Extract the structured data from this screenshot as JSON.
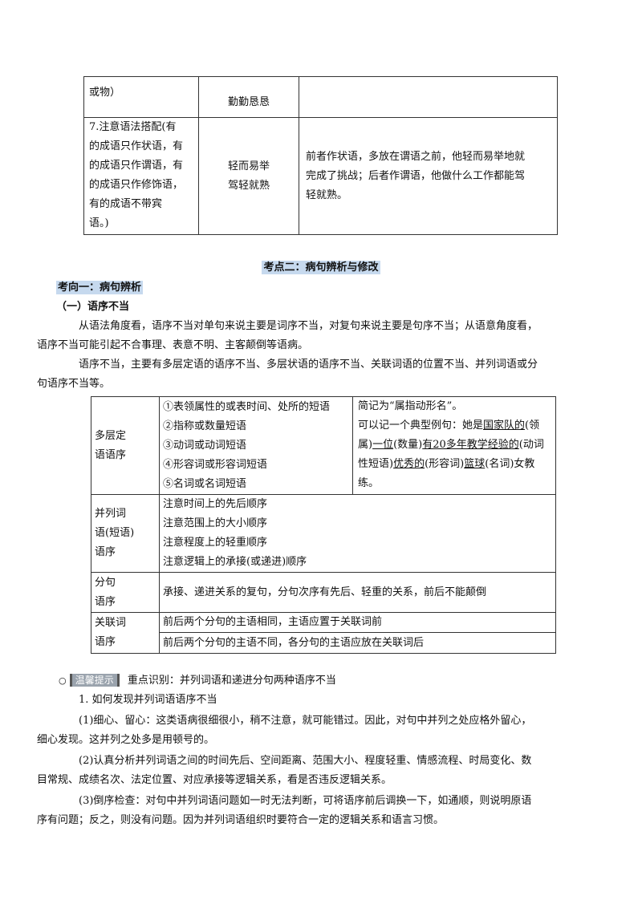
{
  "table1": {
    "row_prev": {
      "col1": "或物）",
      "col2": "勤勤恳恳",
      "col3": ""
    },
    "row7": {
      "col1_lines": [
        "7.注意语法搭配(有",
        "的成语只作状语，有",
        "的成语只作谓语，有",
        "的成语只作修饰语，",
        "有的成语不带宾",
        "语。)"
      ],
      "col2_lines": [
        "轻而易举",
        "驾轻就熟"
      ],
      "col3_lines": [
        "前者作状语，多放在谓语之前，他轻而易举地就",
        "完成了挑战；后者作谓语，他做什么工作都能驾",
        "轻就熟。"
      ]
    }
  },
  "section_title": "考点二：病句辨析与修改",
  "subsection_title": "考向一：病句辨析",
  "heading1": "（一）语序不当",
  "para1_lines": [
    "从语法角度看，语序不当对单句来说主要是词序不当，对复句来说主要是句序不当；从语意角度看，",
    "语序不当可能引起不合事理、表意不明、主客颠倒等语病。"
  ],
  "para2_lines": [
    "语序不当，主要有多层定语的语序不当、多层状语的语序不当、关联词语的位置不当、并列词语或分",
    "句语序不当等。"
  ],
  "table2": {
    "dingyu": {
      "label_lines": [
        "多层定",
        "语语序"
      ],
      "items": [
        "①表领属性的或表时间、处所的短语",
        "②指称或数量短语",
        "③动词或动词短语",
        "④形容词或形容词短语",
        "⑤名词或名词短语"
      ],
      "note_lines": [
        "简记为“属指动形名”。",
        "可以记一个典型例句：她是"
      ],
      "example": {
        "p1": "国家队的",
        "p1n": "(领属)",
        "p2": "一位",
        "p2n": "(数量)",
        "p3": "有20多年教学经验的",
        "p3n": "(动词性短语)",
        "p4": "优秀的",
        "p4n": "(形容词)",
        "p5": "篮球",
        "p5n": "(名词)女教练。"
      }
    },
    "binglie": {
      "label_lines": [
        "并列词",
        "语(短语)",
        "语序"
      ],
      "items": [
        "注意时间上的先后顺序",
        "注意范围上的大小顺序",
        "注意程度上的轻重顺序",
        "注意逻辑上的承接(或递进)顺序"
      ]
    },
    "fenju": {
      "label_lines": [
        "分句",
        "语序"
      ],
      "text": "承接、递进关系的复句，分句次序有先后、轻重的关系，前后不能颠倒"
    },
    "guanlian": {
      "label_lines": [
        "关联词",
        "语序"
      ],
      "items": [
        "前后两个分句的主语相同，主语应置于关联词前",
        "前后两个分句的主语不同，各分句的主语应放在关联词后"
      ]
    }
  },
  "tip": {
    "badge": "温馨提示",
    "text": "重点识别：并列词语和递进分句两种语序不当"
  },
  "item1_title": "1. 如何发现并列词语语序不当",
  "item1_p1_lines": [
    "(1)细心、留心：这类语病很细很小，稍不注意，就可能错过。因此，对句中并列之处应格外留心，",
    "细心发现。这并列之处多是用顿号的。"
  ],
  "item1_p2_lines": [
    "(2)认真分析并列词语之间的时间先后、空间距离、范围大小、程度轻重、情感流程、时局变化、数",
    "目常规、成绩名次、法定位置、对应承接等逻辑关系，看是否违反逻辑关系。"
  ],
  "item1_p3_lines": [
    "(3)倒序检查：对句中并列词语问题如一时无法判断，可将语序前后调换一下，如通顺，则说明原语",
    "序有问题；反之，则没有问题。因为并列词语组织时要符合一定的逻辑关系和语言习惯。"
  ]
}
